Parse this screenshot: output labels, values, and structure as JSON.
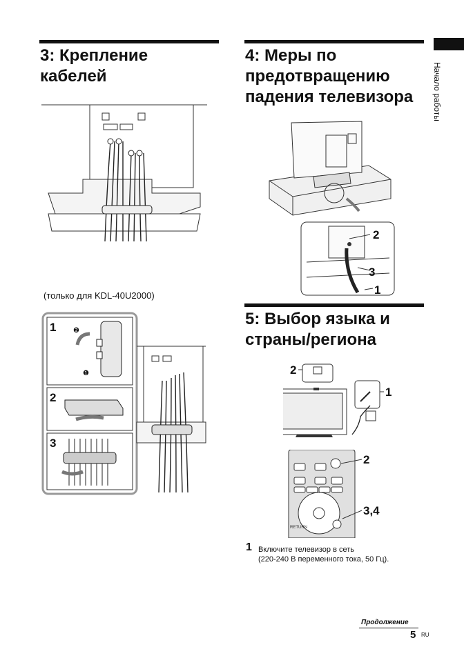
{
  "side_tab": {
    "label": "Начало работы"
  },
  "section3": {
    "heading_line1": "3: Крепление",
    "heading_line2": "кабелей",
    "note": "(только для KDL-40U2000)",
    "figure_steps": [
      "1",
      "2",
      "3"
    ],
    "inset_markers": [
      "❷",
      "❶"
    ]
  },
  "section4": {
    "heading_line1": "4: Меры по",
    "heading_line2": "предотвращению",
    "heading_line3": "падения телевизора",
    "callouts": [
      "2",
      "3",
      "1"
    ]
  },
  "section5": {
    "heading_line1": "5: Выбор языка и",
    "heading_line2": "страны/региона",
    "tv_callouts": [
      "2",
      "1"
    ],
    "remote_callouts": [
      "2",
      "3,4"
    ],
    "remote_labels": {
      "return": "RETURN"
    },
    "step1": {
      "number": "1",
      "line1": "Включите телевизор в сеть",
      "line2": "(220-240 В переменного тока, 50 Гц)."
    }
  },
  "footer": {
    "continued": "Продолжение",
    "page_number": "5",
    "lang_code": "RU"
  }
}
